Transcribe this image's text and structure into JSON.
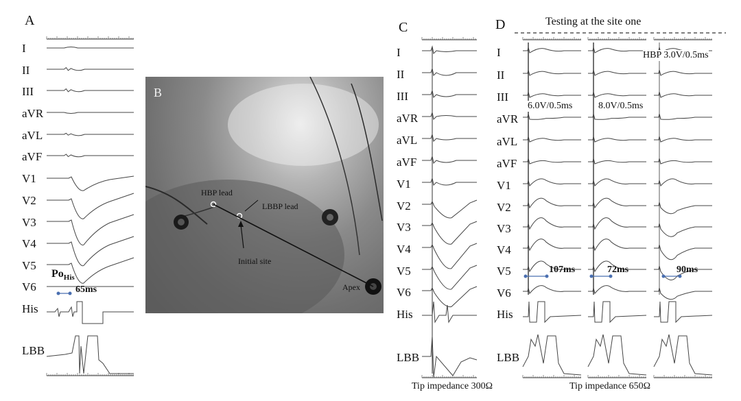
{
  "figure": {
    "panels": {
      "a": "A",
      "b": "B",
      "c": "C",
      "d": "D"
    },
    "leads": [
      "I",
      "II",
      "III",
      "aVR",
      "aVL",
      "aVF",
      "V1",
      "V2",
      "V3",
      "V4",
      "V5",
      "V6",
      "His"
    ],
    "lbb_label": "LBB",
    "panel_a": {
      "po_his_main": "Po",
      "po_his_sub": "His",
      "interval": "65ms"
    },
    "panel_b": {
      "hbp_lead": "HBP lead",
      "lbbp_lead": "LBBP lead",
      "initial_site": "Initial site",
      "apex": "Apex"
    },
    "panel_c": {
      "caption": "Tip impedance 300Ω"
    },
    "panel_d": {
      "title": "Testing at the site one",
      "pacing": [
        "6.0V/0.5ms",
        "8.0V/0.5ms",
        "HBP 3.0V/0.5ms"
      ],
      "intervals": [
        "107ms",
        "72ms",
        "90ms"
      ],
      "caption": "Tip impedance 650Ω"
    }
  }
}
